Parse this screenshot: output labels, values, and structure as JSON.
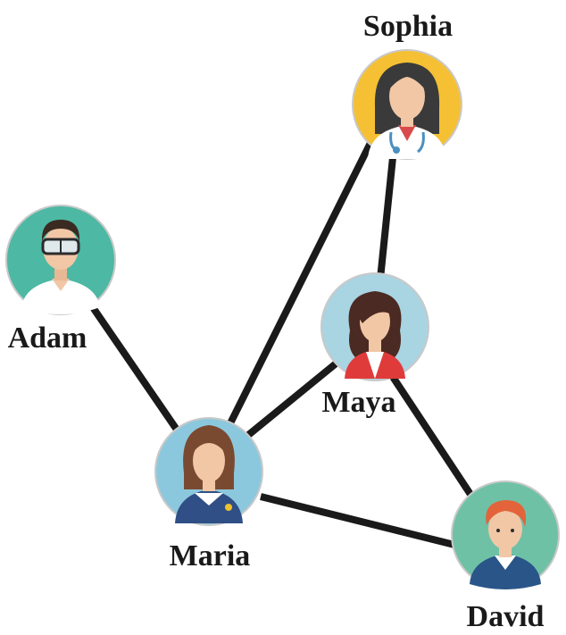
{
  "people": [
    {
      "id": "sophia",
      "name": "Sophia",
      "bg": "#F5C033",
      "icon": "female-doctor-icon"
    },
    {
      "id": "adam",
      "name": "Adam",
      "bg": "#4DB8A3",
      "icon": "man-with-goggles-icon"
    },
    {
      "id": "maya",
      "name": "Maya",
      "bg": "#A9D4E2",
      "icon": "woman-red-jacket-icon"
    },
    {
      "id": "maria",
      "name": "Maria",
      "bg": "#8CC8DD",
      "icon": "flight-attendant-icon"
    },
    {
      "id": "david",
      "name": "David",
      "bg": "#6FC1A6",
      "icon": "boy-red-hair-icon"
    }
  ],
  "connections": [
    [
      "sophia",
      "maya"
    ],
    [
      "sophia",
      "maria"
    ],
    [
      "adam",
      "maria"
    ],
    [
      "maya",
      "maria"
    ],
    [
      "maya",
      "david"
    ],
    [
      "maria",
      "david"
    ]
  ],
  "style": {
    "edge_color": "#1a1a1a",
    "ring_color": "#c9c9c9",
    "label_color": "#1a1a1a"
  }
}
